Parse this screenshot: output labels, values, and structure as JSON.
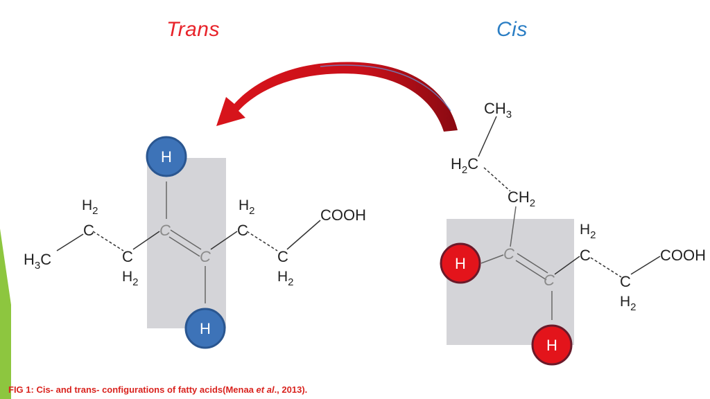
{
  "titles": {
    "trans": "Trans",
    "cis": "Cis"
  },
  "caption": {
    "prefix": "FIG 1: Cis- and trans- configurations of fatty acids(Menaa ",
    "italic": "et al",
    "suffix": "., 2013)."
  },
  "trans": {
    "h3c": "H3C",
    "c": "C",
    "h2": "H2",
    "h": "H",
    "cooh": "COOH"
  },
  "cis": {
    "ch3": "CH3",
    "h2c": "H2C",
    "ch2": "CH2",
    "c": "C",
    "h2": "H2",
    "h": "H",
    "cooh": "COOH"
  },
  "colors": {
    "trans_title": "#e8232a",
    "cis_title": "#2b7ec4",
    "trans_h": "#3d73b8",
    "cis_h": "#e3141b",
    "highlight_box": "#d4d4d8",
    "green_bar": "#8dc63f",
    "caption": "#d9231e"
  }
}
